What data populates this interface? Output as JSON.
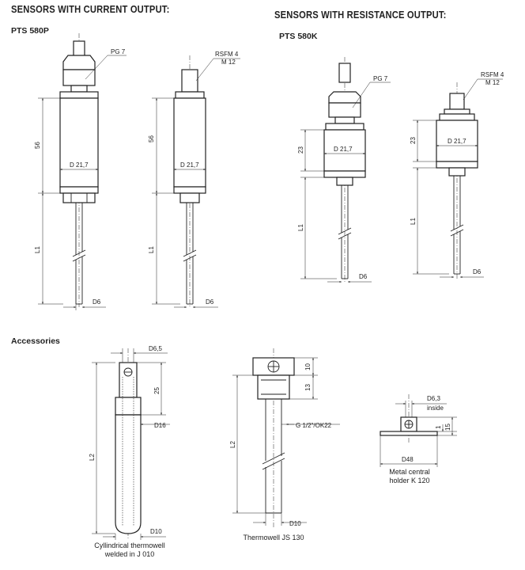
{
  "headings": {
    "current_output": "SENSORS WITH CURRENT OUTPUT:",
    "resistance_output": "SENSORS WITH RESISTANCE OUTPUT:",
    "pts580p": "PTS 580P",
    "pts580k": "PTS 580K",
    "accessories": "Accessories"
  },
  "dims": {
    "pg7": "PG 7",
    "rsfm4": "RSFM 4",
    "m12": "M 12",
    "d21_7": "D 21,7",
    "d6": "D6",
    "h56": "56",
    "h23": "23",
    "l1": "L1",
    "d6_5": "D6,5",
    "h25": "25",
    "d16": "D16",
    "l2": "L2",
    "d10": "D10",
    "h10": "10",
    "h13": "13",
    "g_thread": "G 1/2\"/OK22",
    "d6_3": "D6,3",
    "inside": "inside",
    "h1": "1",
    "h15": "15",
    "d48": "D48"
  },
  "captions": {
    "thermowell_cyl_line1": "Cyllindrical thermowell",
    "thermowell_cyl_line2": "welded in J 010",
    "thermowell_js": "Thermowell JS 130",
    "holder_line1": "Metal central",
    "holder_line2": "holder K 120"
  }
}
